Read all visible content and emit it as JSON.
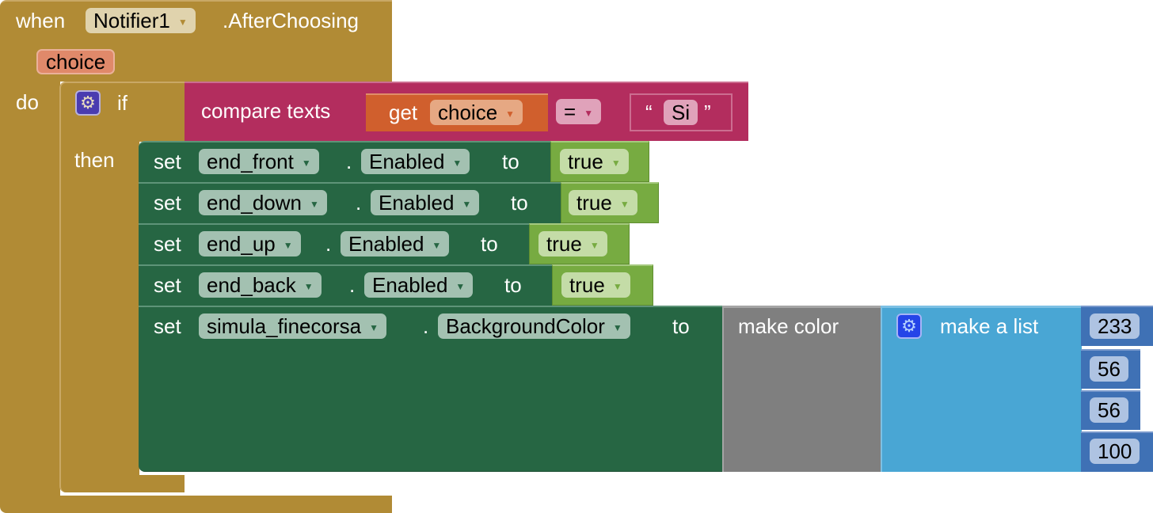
{
  "event": {
    "when": "when",
    "component": "Notifier1",
    "event": ".AfterChoosing",
    "param": "choice",
    "do": "do"
  },
  "if_block": {
    "if": "if",
    "then": "then",
    "gear": "gear-icon"
  },
  "compare": {
    "label": "compare texts",
    "get": "get",
    "var": "choice",
    "op": "=",
    "quote_open": "“",
    "text": "Si",
    "quote_close": "”"
  },
  "setters": [
    {
      "set": "set",
      "component": "end_front",
      "dot": ".",
      "property": "Enabled",
      "to": "to",
      "value": "true"
    },
    {
      "set": "set",
      "component": "end_down",
      "dot": ".",
      "property": "Enabled",
      "to": "to",
      "value": "true"
    },
    {
      "set": "set",
      "component": "end_up",
      "dot": ".",
      "property": "Enabled",
      "to": "to",
      "value": "true"
    },
    {
      "set": "set",
      "component": "end_back",
      "dot": ".",
      "property": "Enabled",
      "to": "to",
      "value": "true"
    },
    {
      "set": "set",
      "component": "simula_finecorsa",
      "dot": ".",
      "property": "BackgroundColor",
      "to": "to"
    }
  ],
  "make_color": {
    "label": "make color"
  },
  "make_list": {
    "label": "make a list",
    "items": [
      "233",
      "56",
      "56",
      "100"
    ]
  },
  "colors": {
    "event": "#b18b35",
    "text": "#b32d5e",
    "variable": "#d05f2d",
    "setter": "#266643",
    "logic": "#77ab41",
    "color": "#7f7f7f",
    "list": "#49a6d4",
    "math": "#3f71b5"
  }
}
